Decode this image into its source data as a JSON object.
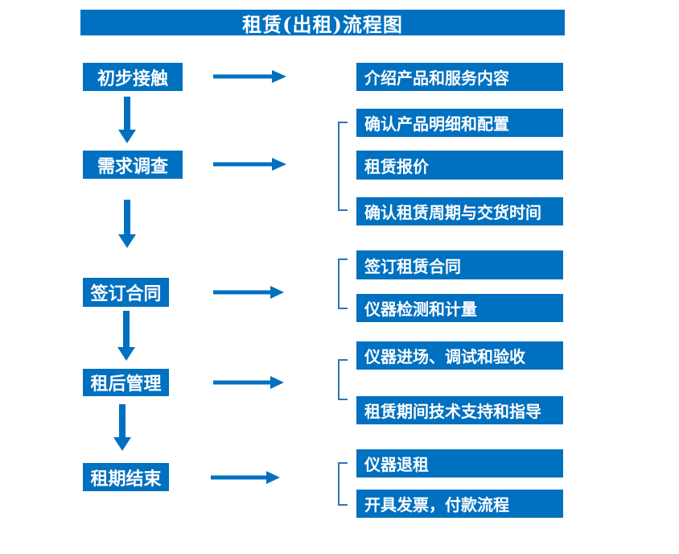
{
  "title": "租赁(出租)流程图",
  "colors": {
    "primary_blue": "#0070C0",
    "bracket_blue": "#2E75B6",
    "box_text": "#FFFFFF",
    "background": "#FFFFFF"
  },
  "flow": {
    "stages": [
      {
        "label": "初步接触",
        "details": [
          "介绍产品和服务内容"
        ]
      },
      {
        "label": "需求调查",
        "details": [
          "确认产品明细和配置",
          "租赁报价",
          "确认租赁周期与交货时间"
        ]
      },
      {
        "label": "签订合同",
        "details": [
          "签订租赁合同",
          "仪器检测和计量"
        ]
      },
      {
        "label": "租后管理",
        "details": [
          "仪器进场、调试和验收",
          "租赁期间技术支持和指导"
        ]
      },
      {
        "label": "租期结束",
        "details": [
          "仪器退租",
          "开具发票，付款流程"
        ]
      }
    ]
  }
}
